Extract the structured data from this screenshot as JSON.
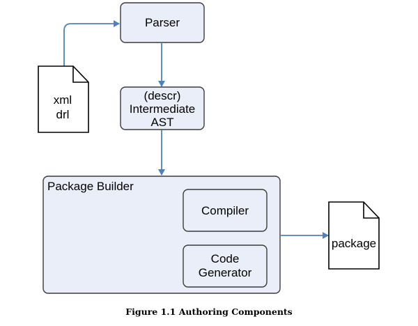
{
  "diagram": {
    "nodes": {
      "parser": {
        "label": "Parser"
      },
      "intermediate_ast": {
        "lines": [
          "(descr)",
          "Intermediate",
          "AST"
        ]
      },
      "package_builder": {
        "label": "Package Builder"
      },
      "compiler": {
        "label": "Compiler"
      },
      "code_generator": {
        "lines": [
          "Code",
          "Generator"
        ]
      },
      "source_file": {
        "lines": [
          "xml",
          "drl"
        ]
      },
      "package_file": {
        "label": "package"
      }
    },
    "edges": [
      {
        "from": "source_file",
        "to": "parser"
      },
      {
        "from": "parser",
        "to": "intermediate_ast"
      },
      {
        "from": "intermediate_ast",
        "to": "package_builder"
      },
      {
        "from": "package_builder",
        "to": "package_file"
      }
    ],
    "caption": "Figure 1.1 Authoring Components"
  },
  "colors": {
    "box_fill": "#e9eef8",
    "box_stroke": "#3a3a3a",
    "arrow": "#4f81bd",
    "file_fill": "#ffffff"
  }
}
